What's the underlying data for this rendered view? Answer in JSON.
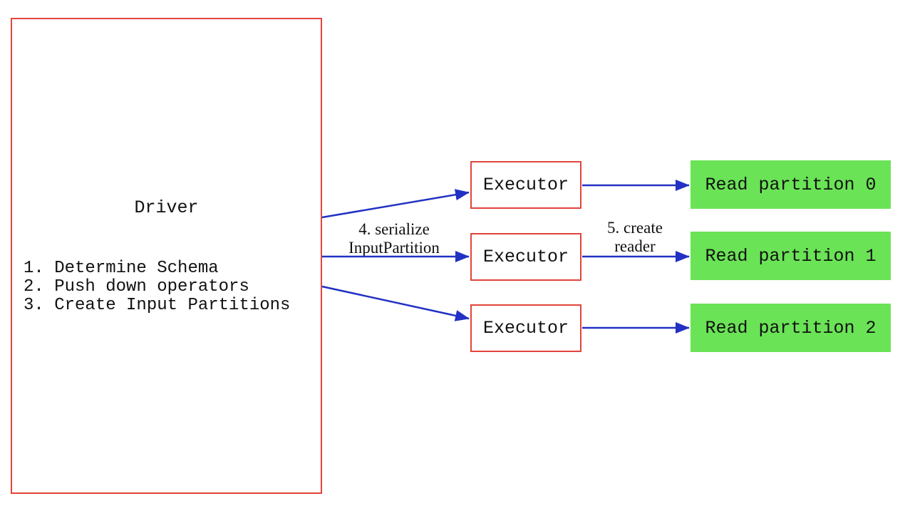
{
  "diagram": {
    "driver": {
      "title": "Driver",
      "steps": [
        "1. Determine Schema",
        "2. Push down operators",
        "3. Create Input Partitions"
      ]
    },
    "executors": [
      "Executor",
      "Executor",
      "Executor"
    ],
    "partitions": [
      "Read partition 0",
      "Read partition 1",
      "Read partition 2"
    ],
    "edge_labels": {
      "serialize": {
        "line1": "4. serialize",
        "line2": "InputPartition"
      },
      "create_reader": {
        "line1": "5. create",
        "line2": "reader"
      }
    },
    "colors": {
      "box_border": "#e2443b",
      "arrow": "#2231c4",
      "partition_fill": "#6ae356",
      "text": "#111111",
      "background": "#ffffff"
    }
  }
}
